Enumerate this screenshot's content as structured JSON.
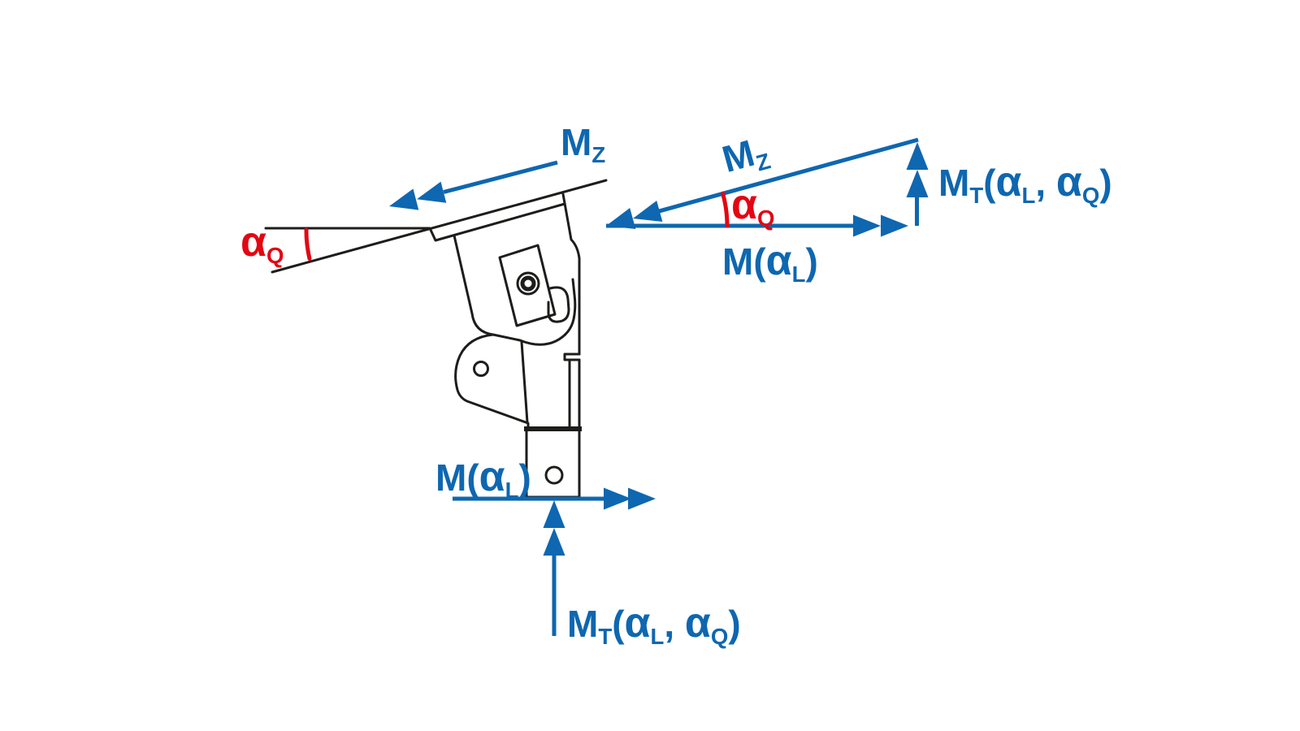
{
  "figure": {
    "description_hint": "",
    "colors": {
      "vector_blue": "#0e67b0",
      "angle_red": "#e30613",
      "drawing_black": "#1d1d1b",
      "background": "#ffffff"
    }
  },
  "bracket_view": {
    "mz_label": {
      "parts": [
        "M",
        "Z"
      ]
    },
    "angle_label": {
      "parts": [
        "α",
        "Q"
      ]
    },
    "m_label": {
      "parts": [
        "M(",
        "α",
        "L",
        ")"
      ]
    },
    "mt_label": {
      "parts": [
        "M",
        "T",
        "(",
        "α",
        "L",
        ", ",
        "α",
        "Q",
        ")"
      ]
    }
  },
  "vector_triangle": {
    "mz_label": {
      "parts": [
        "M",
        "Z"
      ]
    },
    "angle_label": {
      "parts": [
        "α",
        "Q"
      ]
    },
    "m_label": {
      "parts": [
        "M(",
        "α",
        "L",
        ")"
      ]
    },
    "mt_label": {
      "parts": [
        "M",
        "T",
        "(",
        "α",
        "L",
        ", ",
        "α",
        "Q",
        ")"
      ]
    }
  }
}
